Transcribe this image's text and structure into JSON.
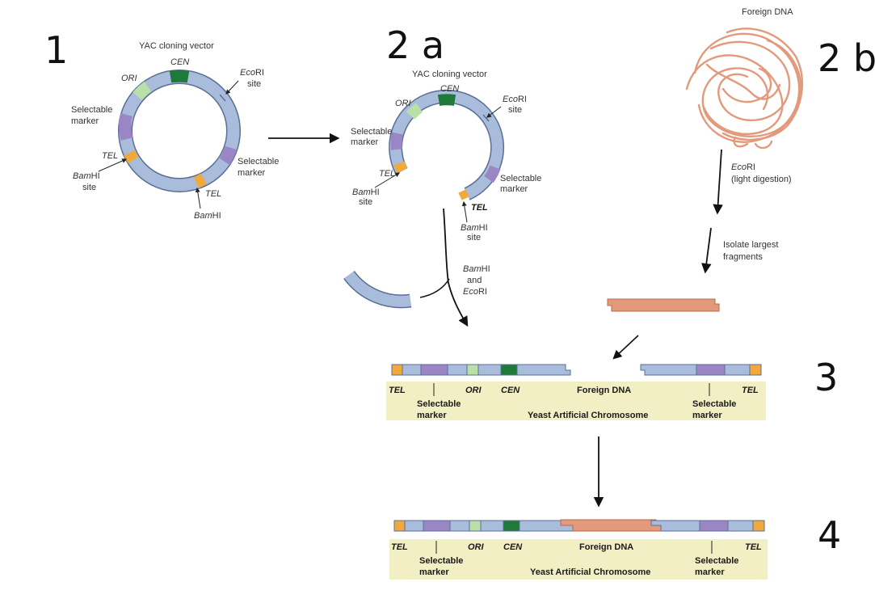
{
  "colors": {
    "vector": "#a9bcdc",
    "vector_stroke": "#5a6f96",
    "cen": "#1f7a3a",
    "ori": "#b8e0a8",
    "marker": "#9a86c4",
    "tel": "#f2a93b",
    "foreign": "#e39a7c"
  },
  "step_labels": {
    "s1": "1",
    "s2a": "2 a",
    "s2b": "2 b",
    "s3": "3",
    "s4": "4"
  },
  "panel1": {
    "title": "YAC cloning vector",
    "cen": "CEN",
    "ori": "ORI",
    "ecori_a": "Eco",
    "ecori_b": "RI",
    "ecori_site": "site",
    "marker_left_1": "Selectable",
    "marker_left_2": "marker",
    "marker_right_1": "Selectable",
    "marker_right_2": "marker",
    "tel_left": "TEL",
    "tel_right": "TEL",
    "bamhi_left_a": "Bam",
    "bamhi_left_b": "HI",
    "bamhi_left_site": "site",
    "bamhi_bottom_a": "Bam",
    "bamhi_bottom_b": "HI"
  },
  "panel2a": {
    "title": "YAC cloning vector",
    "cen": "CEN",
    "ori": "ORI",
    "ecori_a": "Eco",
    "ecori_b": "RI",
    "ecori_site": "site",
    "marker_left_1": "Selectable",
    "marker_left_2": "marker",
    "marker_right_1": "Selectable",
    "marker_right_2": "marker",
    "tel_left": "TEL",
    "tel_right": "TEL",
    "bamhi_left_a": "Bam",
    "bamhi_left_b": "HI",
    "bamhi_left_site": "site",
    "bamhi_right_a": "Bam",
    "bamhi_right_b": "HI",
    "bamhi_right_site": "site",
    "enzyme_1a": "Bam",
    "enzyme_1b": "HI",
    "enzyme_2": "and",
    "enzyme_3a": "Eco",
    "enzyme_3b": "RI"
  },
  "panel2b": {
    "title": "Foreign DNA",
    "ecori_a": "Eco",
    "ecori_b": "RI",
    "digestion": "(light digestion)",
    "isolate_1": "Isolate largest",
    "isolate_2": "fragments"
  },
  "panel3": {
    "tel_left": "TEL",
    "marker_left_1": "Selectable",
    "marker_left_2": "marker",
    "ori": "ORI",
    "cen": "CEN",
    "foreign": "Foreign DNA",
    "yac": "Yeast Artificial Chromosome",
    "marker_right_1": "Selectable",
    "marker_right_2": "marker",
    "tel_right": "TEL"
  },
  "panel4": {
    "tel_left": "TEL",
    "marker_left_1": "Selectable",
    "marker_left_2": "marker",
    "ori": "ORI",
    "cen": "CEN",
    "foreign": "Foreign DNA",
    "yac": "Yeast Artificial Chromosome",
    "marker_right_1": "Selectable",
    "marker_right_2": "marker",
    "tel_right": "TEL"
  }
}
